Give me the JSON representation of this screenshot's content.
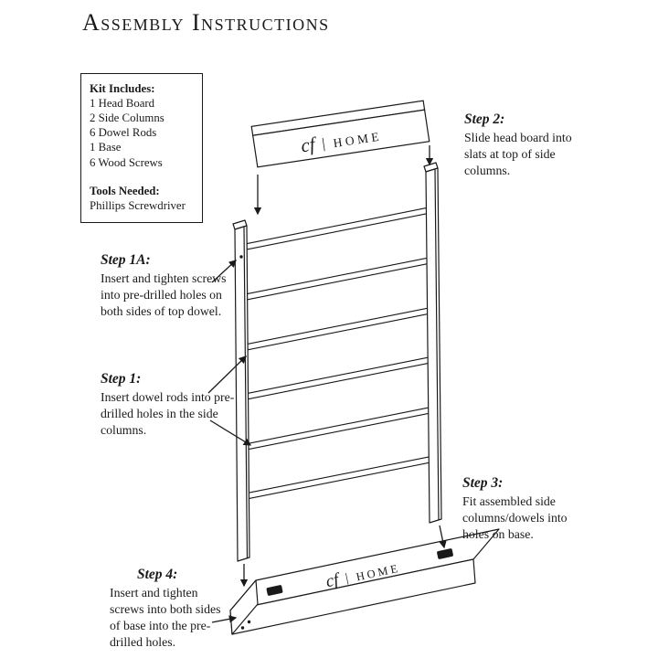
{
  "title": "Assembly Instructions",
  "kit_box": {
    "heading": "Kit Includes:",
    "items": [
      "1 Head Board",
      "2 Side Columns",
      "6 Dowel Rods",
      "1 Base",
      "6 Wood Screws"
    ],
    "tools_heading": "Tools Needed:",
    "tools": "Phillips Screwdriver"
  },
  "steps": {
    "step1a": {
      "label": "Step 1A:",
      "text": "Insert and tighten screws into pre-drilled holes on both sides of top dowel."
    },
    "step1": {
      "label": "Step 1:",
      "text": "Insert dowel rods into pre-drilled holes in the side columns."
    },
    "step2": {
      "label": "Step 2:",
      "text": "Slide head board into slats at top of side columns."
    },
    "step3": {
      "label": "Step 3:",
      "text": "Fit assembled side columns/dowels into holes on base."
    },
    "step4": {
      "label": "Step 4:",
      "text": "Insert and tighten screws into both sides of base into the pre-drilled holes."
    }
  },
  "logo": {
    "brand": "cf",
    "divider": "|",
    "name": "HOME"
  },
  "colors": {
    "ink": "#1a1a1a",
    "background": "#ffffff"
  }
}
